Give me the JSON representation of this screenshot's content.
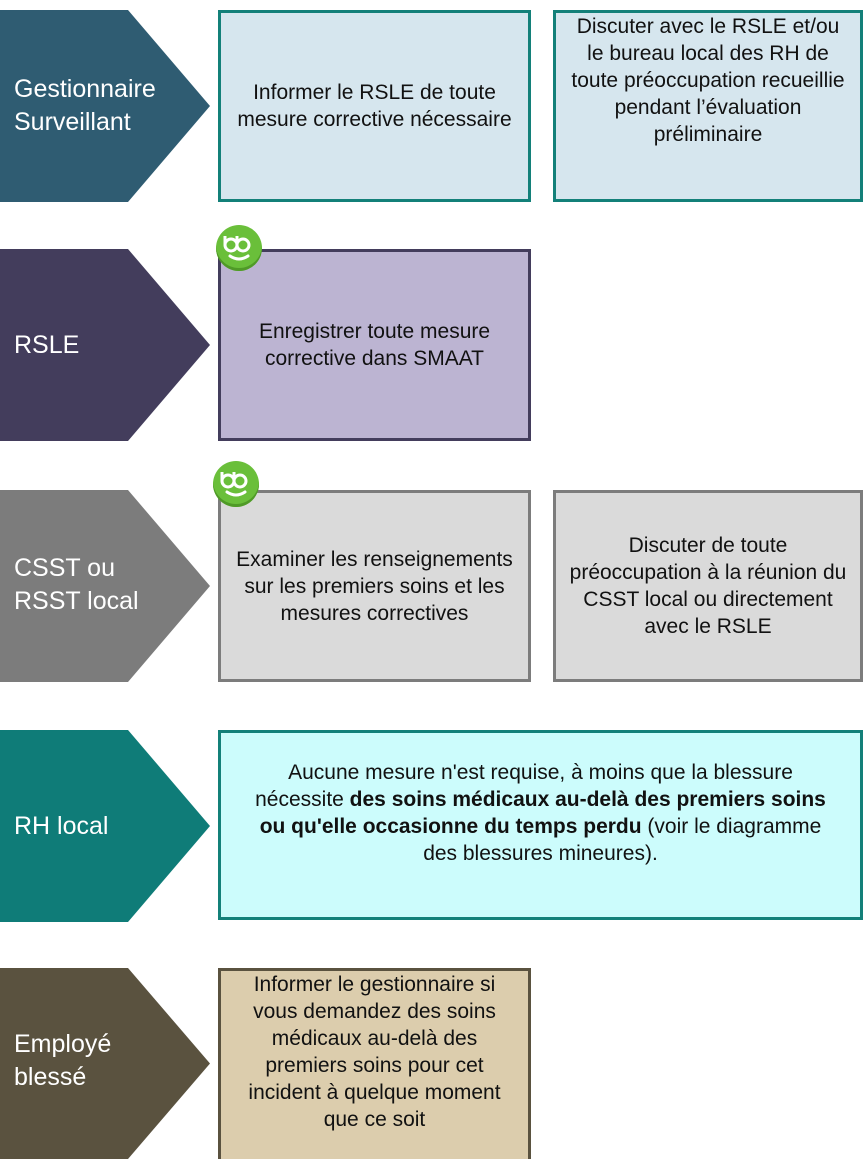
{
  "colors": {
    "manager": "#2f5c72",
    "rsle": "#433d5c",
    "csst": "#7c7c7c",
    "hr": "#0f7c78",
    "employee": "#5a523f"
  },
  "lanes": [
    {
      "id": "manager",
      "label_lines": [
        "Gestionnaire",
        "Surveillant"
      ]
    },
    {
      "id": "rsle",
      "label_lines": [
        "RSLE"
      ]
    },
    {
      "id": "csst",
      "label_lines": [
        "CSST ou",
        "RSST local"
      ]
    },
    {
      "id": "hr",
      "label_lines": [
        "RH local"
      ]
    },
    {
      "id": "employee",
      "label_lines": [
        "Employé",
        "blessé"
      ]
    }
  ],
  "boxes": {
    "manager_inform": "Informer le RSLE de toute mesure corrective nécessaire",
    "manager_discuss": "Discuter avec le RSLE et/ou le bureau local des RH de toute préoccupation recueillie pendant l’évaluation préliminaire",
    "rsle_record": "Enregistrer toute mesure corrective dans SMAAT",
    "csst_review": "Examiner les renseignements sur les premiers soins et les mesures correctives",
    "csst_discuss": "Discuter de toute préoccupation à la réunion du CSST local ou directement avec le RSLE",
    "hr_note": {
      "part1": "Aucune mesure n'est requise, à moins que la blessure nécessite ",
      "bold": "des soins médicaux au-delà des premiers soins ou qu'elle occasionne du temps perdu",
      "part2": " (voir le diagramme des blessures mineures)."
    },
    "employee_inform": "Informer le gestionnaire si vous demandez des soins médicaux au-delà des premiers soins pour cet incident à quelque moment que ce soit"
  },
  "icons": [
    "bb-badge-icon",
    "bb-badge-icon"
  ]
}
